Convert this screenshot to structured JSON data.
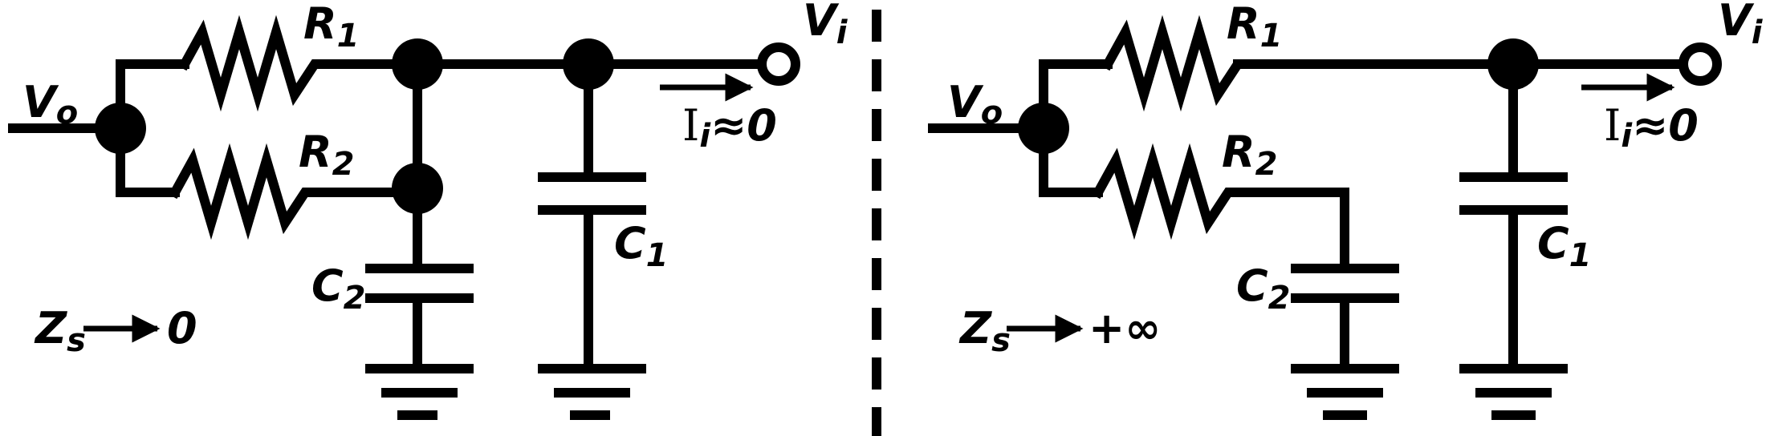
{
  "colors": {
    "ink": "#000000",
    "background": "#ffffff"
  },
  "left_circuit": {
    "source": "V",
    "source_sub": "o",
    "output": "V",
    "output_sub": "i",
    "r1": "R",
    "r1_sub": "1",
    "r2": "R",
    "r2_sub": "2",
    "c1": "C",
    "c1_sub": "1",
    "c2": "C",
    "c2_sub": "2",
    "current": "I",
    "current_sub": "i",
    "current_value": "≈0",
    "impedance": "Z",
    "impedance_sub": "s",
    "impedance_limit": "0"
  },
  "right_circuit": {
    "source": "V",
    "source_sub": "o",
    "output": "V",
    "output_sub": "i",
    "r1": "R",
    "r1_sub": "1",
    "r2": "R",
    "r2_sub": "2",
    "c1": "C",
    "c1_sub": "1",
    "c2": "C",
    "c2_sub": "2",
    "current": "I",
    "current_sub": "i",
    "current_value": "≈0",
    "impedance": "Z",
    "impedance_sub": "s",
    "impedance_limit": "+∞"
  }
}
